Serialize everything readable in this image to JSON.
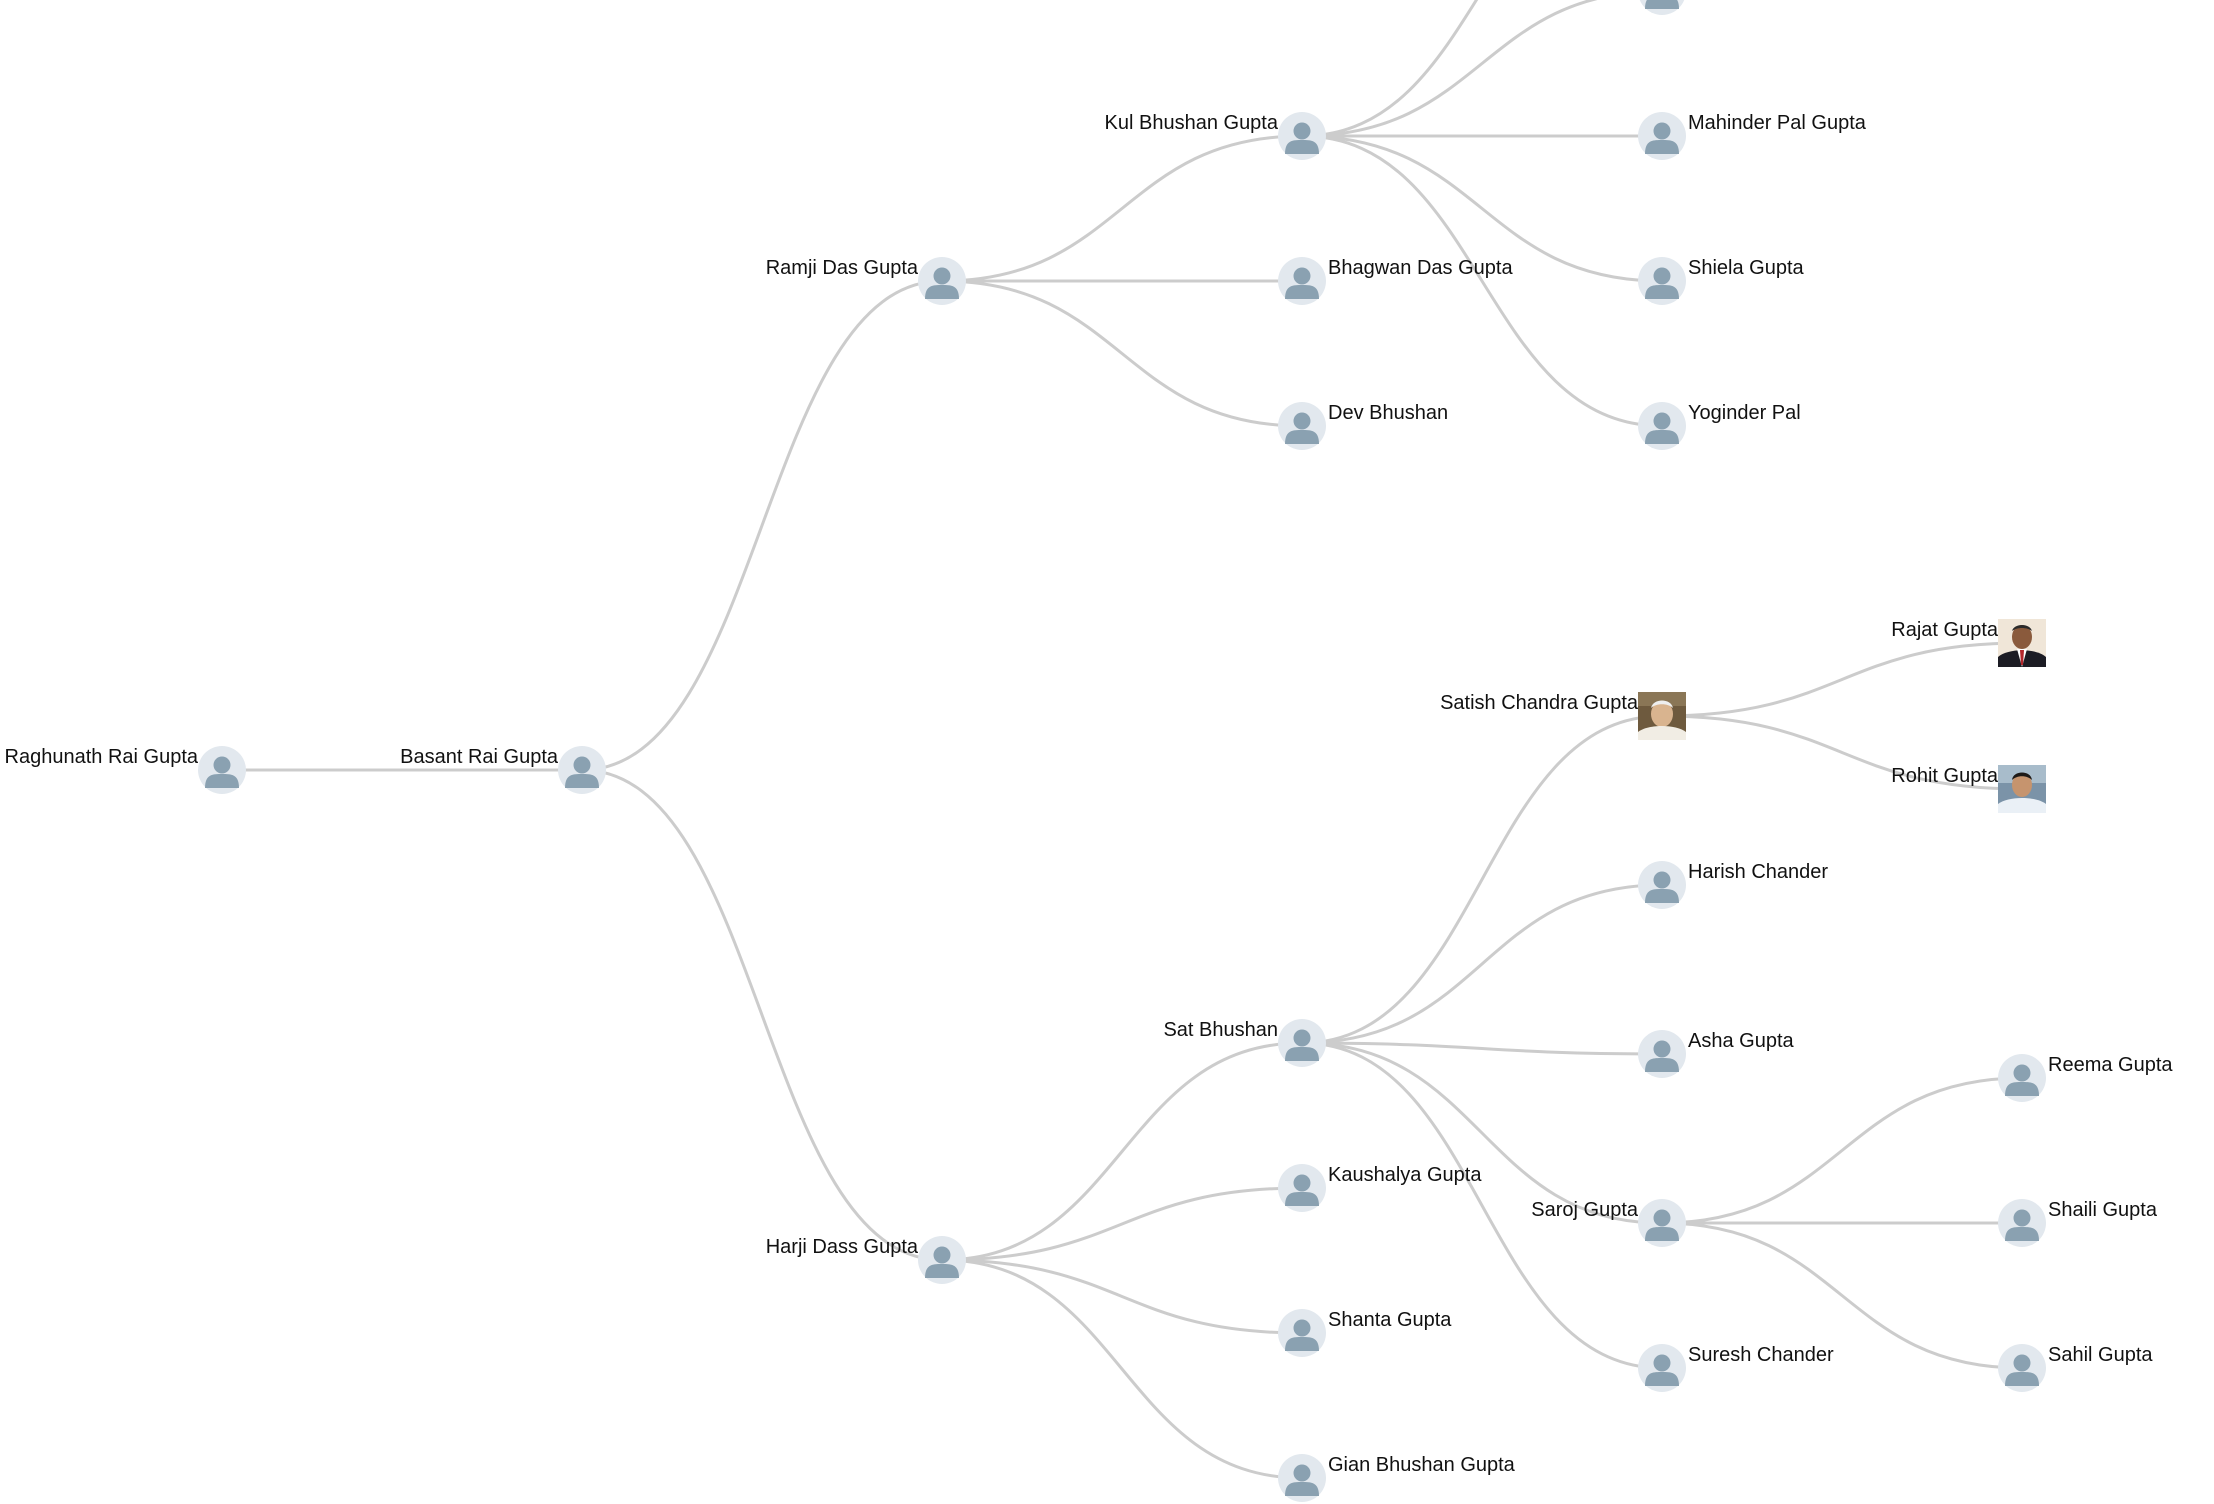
{
  "colors": {
    "link": "#cccccc",
    "avatar_bg": "#e2e8ee",
    "avatar_fg": "#8aa1b1",
    "label": "#111111"
  },
  "tree": {
    "id": "raghunath",
    "name": "Raghunath Rai Gupta",
    "avatar": "person-icon",
    "children": [
      {
        "id": "basant",
        "name": "Basant Rai Gupta",
        "avatar": "person-icon",
        "children": [
          {
            "id": "ramji",
            "name": "Ramji Das Gupta",
            "avatar": "person-icon",
            "children": [
              {
                "id": "kul",
                "name": "Kul Bhushan Gupta",
                "avatar": "person-icon",
                "children": [
                  {
                    "id": "offscreen-a",
                    "name": "",
                    "avatar": "person-icon"
                  },
                  {
                    "id": "offscreen-b",
                    "name": "",
                    "avatar": "person-icon"
                  },
                  {
                    "id": "mahinder",
                    "name": "Mahinder Pal Gupta",
                    "avatar": "person-icon"
                  },
                  {
                    "id": "shiela",
                    "name": "Shiela Gupta",
                    "avatar": "person-icon"
                  },
                  {
                    "id": "yoginder",
                    "name": "Yoginder Pal",
                    "avatar": "person-icon"
                  }
                ]
              },
              {
                "id": "bhagwan",
                "name": "Bhagwan Das Gupta",
                "avatar": "person-icon"
              },
              {
                "id": "dev",
                "name": "Dev Bhushan",
                "avatar": "person-icon"
              }
            ]
          },
          {
            "id": "harji",
            "name": "Harji Dass Gupta",
            "avatar": "person-icon",
            "children": [
              {
                "id": "sat",
                "name": "Sat Bhushan",
                "avatar": "person-icon",
                "children": [
                  {
                    "id": "satish",
                    "name": "Satish Chandra Gupta",
                    "avatar": "photo-elder",
                    "children": [
                      {
                        "id": "rajat",
                        "name": "Rajat Gupta",
                        "avatar": "photo-suit"
                      },
                      {
                        "id": "rohit",
                        "name": "Rohit Gupta",
                        "avatar": "photo-young"
                      }
                    ]
                  },
                  {
                    "id": "harish",
                    "name": "Harish Chander",
                    "avatar": "person-icon"
                  },
                  {
                    "id": "asha",
                    "name": "Asha Gupta",
                    "avatar": "person-icon"
                  },
                  {
                    "id": "saroj",
                    "name": "Saroj Gupta",
                    "avatar": "person-icon",
                    "children": [
                      {
                        "id": "reema",
                        "name": "Reema Gupta",
                        "avatar": "person-icon"
                      },
                      {
                        "id": "shaili",
                        "name": "Shaili Gupta",
                        "avatar": "person-icon"
                      },
                      {
                        "id": "sahil",
                        "name": "Sahil Gupta",
                        "avatar": "person-icon"
                      }
                    ]
                  },
                  {
                    "id": "suresh",
                    "name": "Suresh Chander",
                    "avatar": "person-icon"
                  }
                ]
              },
              {
                "id": "kaushalya",
                "name": "Kaushalya Gupta",
                "avatar": "person-icon"
              },
              {
                "id": "shanta",
                "name": "Shanta Gupta",
                "avatar": "person-icon"
              },
              {
                "id": "gian",
                "name": "Gian Bhushan Gupta",
                "avatar": "person-icon"
              }
            ]
          }
        ]
      }
    ]
  }
}
